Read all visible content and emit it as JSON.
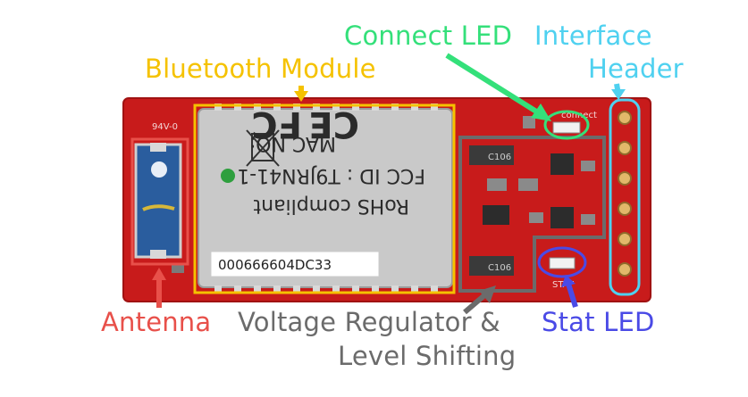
{
  "labels": {
    "connect_led": "Connect LED",
    "interface_header_line1": "Interface",
    "interface_header_line2": "Header",
    "bluetooth_module": "Bluetooth Module",
    "antenna": "Antenna",
    "voltage_regulator_line1": "Voltage Regulator &",
    "voltage_regulator_line2": "Level Shifting",
    "stat_led": "Stat LED"
  },
  "board_text": {
    "module_mac": "MAC NO:",
    "module_fcc": "FCC ID : T9JRN41-1",
    "module_rohs": "RoHS compliant",
    "fcc_logo": "FC",
    "ce_logo": "CE",
    "mac_sticker": "000666604DC33",
    "cap_top": "C106",
    "cap_bottom": "C106",
    "pcb_rating": "94V-0",
    "pcb_connect": "connect",
    "pcb_stat": "STAT"
  },
  "colors": {
    "connect_led": "#34e07a",
    "interface_header": "#4fd1f0",
    "bluetooth_module": "#f5c200",
    "antenna": "#e8504a",
    "voltage_regulator": "#6b6b6b",
    "stat_led": "#4a4ae6",
    "pcb": "#c81b1b",
    "module_can": "#cfcfcf"
  },
  "icons": [
    "weee-bin-icon",
    "ce-mark-icon",
    "fcc-logo-icon",
    "chip-antenna-icon",
    "header-pin-icon",
    "led-icon"
  ]
}
